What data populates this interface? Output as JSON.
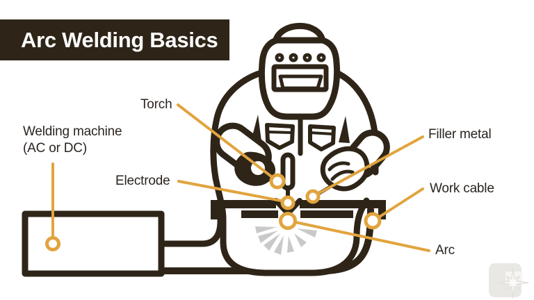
{
  "title": {
    "text": "Arc Welding Basics"
  },
  "callouts": {
    "torch": {
      "text": "Torch"
    },
    "welding_machine": {
      "text": "Welding machine\n(AC or DC)"
    },
    "electrode": {
      "text": "Electrode"
    },
    "filler_metal": {
      "text": "Filler metal"
    },
    "work_cable": {
      "text": "Work cable"
    },
    "arc": {
      "text": "Arc"
    }
  },
  "diagram": {
    "subject": "welder wearing helmet joining two plates with stick welding torch",
    "machine_box": "welding power source (empty rectangle)",
    "watermark_icon": "welding-helmet-spark-logo"
  },
  "colors": {
    "ink": "#2E2518",
    "accent": "#E1A43E",
    "spark_rays": "#C9C9C9",
    "background": "#FFFFFF",
    "watermark": "#E9E8E5",
    "title_text": "#FFFFFF",
    "label_text": "#2A2420"
  }
}
